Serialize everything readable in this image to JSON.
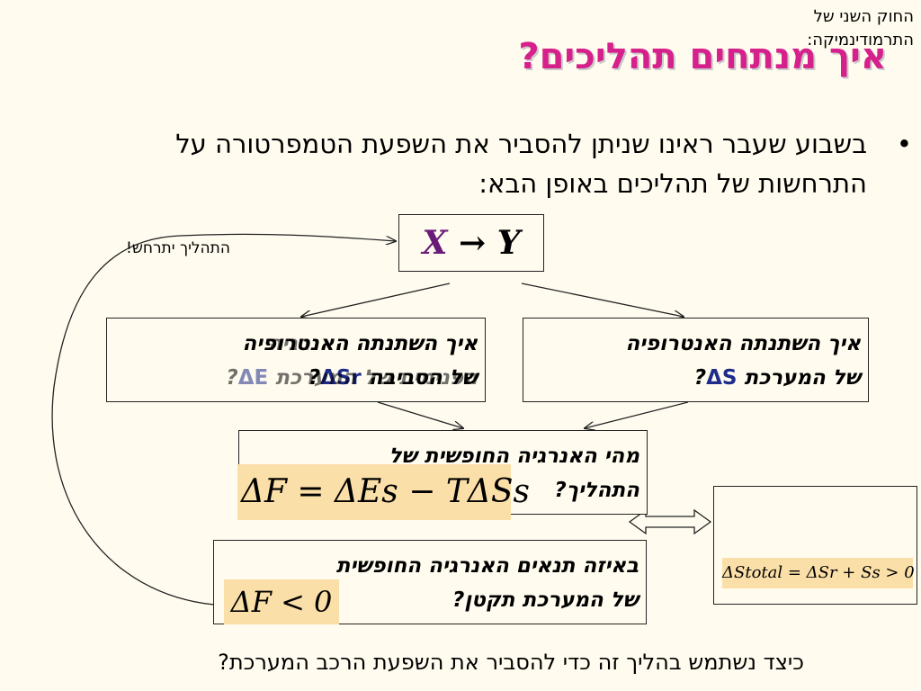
{
  "title": "איך מנתחים תהליכים?",
  "bullet": {
    "symbol": "•",
    "text": "בשבוע שעבר ראינו שניתן להסביר את השפעת הטמפרטורה על התרחשות של תהליכים באופן הבא:"
  },
  "process_box": {
    "x": "X",
    "arrow": "→",
    "y": "Y"
  },
  "process_happens_label": "התהליך יתרחש!",
  "system_entropy_box": {
    "line1": "איך השתנתה האנטרופיה",
    "line2_text": "של המערכת ",
    "line2_symbol": "ΔS",
    "line2_q": "?"
  },
  "surroundings_box": {
    "line1": "איך השתנתה האנטרופיה",
    "line2_text": "של הסביבה ",
    "line2_symbol": "ΔSr",
    "line2_q": "?",
    "overlap_line1": "איך השתנתה האנרגיה",
    "overlap_line2_text": "הפנימית של המערכת ",
    "overlap_line2_symbol": "ΔE",
    "overlap_line2_q": "?"
  },
  "free_energy_box": {
    "line1": "מהי האנרגיה החופשית של",
    "line2": "התהליך?",
    "equation": "ΔF = ΔEs − TΔSs"
  },
  "condition_box": {
    "line1": "באיזה תנאים האנרגיה החופשית",
    "line2": "של המערכת תקטן?",
    "equation": "ΔF < 0"
  },
  "second_law_box": {
    "line1": "החוק השני של",
    "line2": "התרמודינמיקה:",
    "equation": "ΔStotal = ΔSr + Ss > 0"
  },
  "bottom_question": "כיצד נשתמש בהליך זה כדי להסביר את השפעת הרכב המערכת?",
  "colors": {
    "title": "#d6208b",
    "background": "#fffcef",
    "equation_highlight": "#fbdfa8",
    "symbol_blue": "#1d2c8a"
  }
}
